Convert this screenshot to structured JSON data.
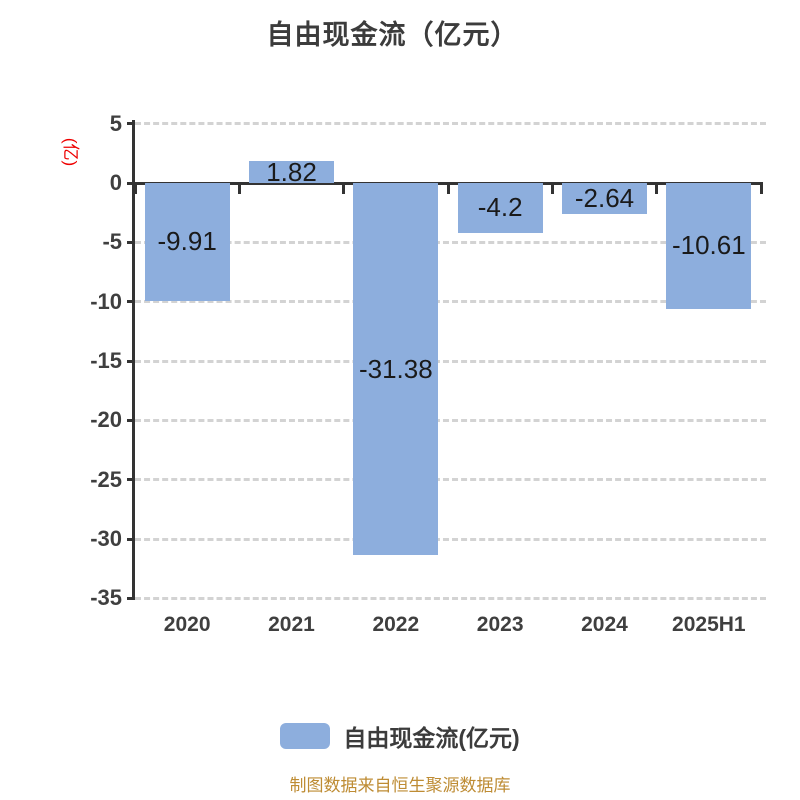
{
  "chart_data": {
    "type": "bar",
    "title": "自由现金流（亿元）",
    "y_axis_name": "(亿)",
    "categories": [
      "2020",
      "2021",
      "2022",
      "2023",
      "2024",
      "2025H1"
    ],
    "series": [
      {
        "name": "自由现金流(亿元)",
        "values": [
          -9.91,
          1.82,
          -31.38,
          -4.2,
          -2.64,
          -10.61
        ],
        "value_labels": [
          "-9.91",
          "1.82",
          "-31.38",
          "-4.2",
          "-2.64",
          "-10.61"
        ]
      }
    ],
    "ylim": [
      -35,
      5
    ],
    "y_ticks": [
      5,
      0,
      -5,
      -10,
      -15,
      -20,
      -25,
      -30,
      -35
    ],
    "grid": "horizontal dashed gridlines, solid zero baseline and left axis",
    "legend_position": "bottom center",
    "legend_label": "自由现金流(亿元)",
    "footer": "制图数据来自恒生聚源数据库",
    "colors": {
      "bar": "#8DAEDD",
      "title_text": "#3C3C3C",
      "axis_line": "#333333",
      "gridline": "#D3D3D3",
      "tick_label": "#3F3F3F",
      "value_label": "#1A1A1A",
      "y_axis_name": "#EE0000",
      "footer_text": "#BE8C34"
    }
  }
}
